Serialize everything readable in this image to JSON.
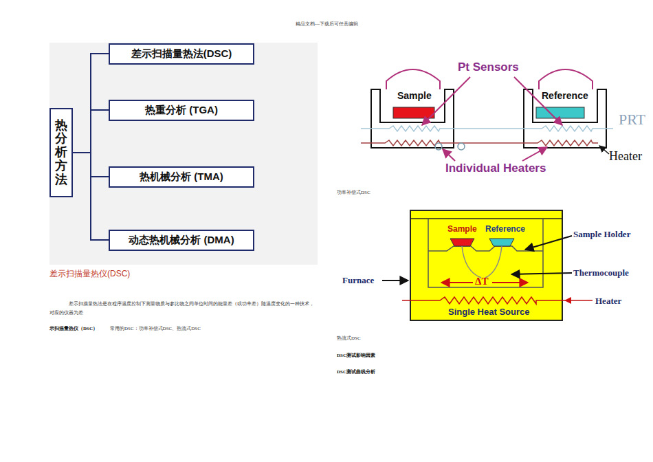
{
  "diagram": {
    "nodes": [
      {
        "text": [
          "热分析方法"
        ]
      },
      {
        "text": [
          "差示扫描量热法(DSC)"
        ]
      },
      {
        "text": [
          "热重分析 (TGA)"
        ]
      },
      {
        "text": [
          "热机械分析 (TMA)"
        ]
      },
      {
        "text": [
          "动态热机械分析 (DMA)"
        ]
      }
    ],
    "edges": [
      {
        "from": 0,
        "to": 1,
        "arrow": "none"
      },
      {
        "from": 0,
        "to": 2,
        "arrow": "none"
      },
      {
        "from": 0,
        "to": 3,
        "arrow": "none"
      },
      {
        "from": 0,
        "to": 4,
        "arrow": "none"
      }
    ],
    "labels": [
      "精品文档---下载后可任意编辑",
      "差示扫描量热仪(DSC)",
      "差示扫描量热法是在程序温度控制下测量物质与参比物之间单位时间的能量差（或功率差）随温度变化的一种技术，对应的仪器为差",
      "示扫描量热仪（DSC）",
      "常用的DSC：功率补偿式DSC、热流式DSC",
      "Pt Sensors",
      "Sample",
      "Reference",
      "PRT",
      "Heater",
      "Individual Heaters",
      "功率补偿式DSC",
      "Sample",
      "Reference",
      "Sample Holder",
      "Furnace",
      "ΔT",
      "Thermocouple",
      "Heater",
      "Single Heat Source",
      "热流式DSC",
      "DSC测试影响因素",
      "DSC测试曲线分析"
    ]
  }
}
